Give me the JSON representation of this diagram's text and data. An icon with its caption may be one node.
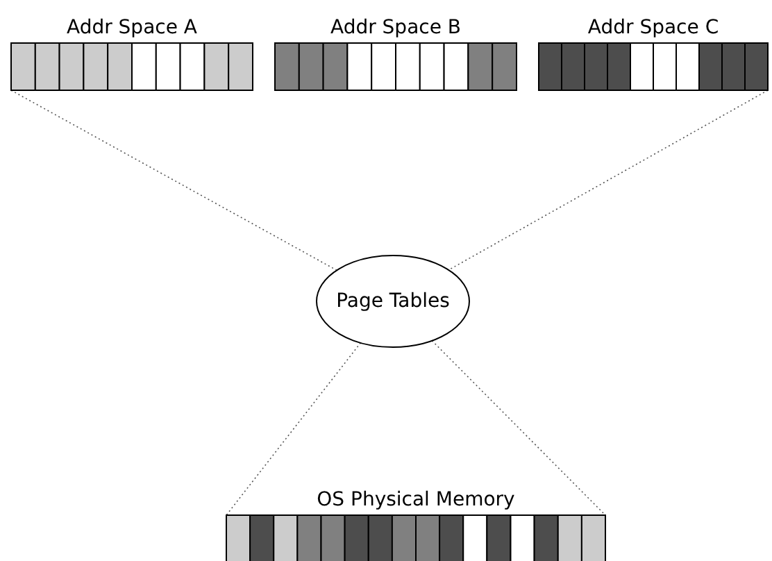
{
  "diagram": {
    "nodes": [
      {
        "text": [
          "Addr Space A"
        ]
      },
      {
        "text": [
          "Addr Space B"
        ]
      },
      {
        "text": [
          "Addr Space C"
        ]
      },
      {
        "text": [
          "Page Tables"
        ]
      },
      {
        "text": [
          "OS Physical Memory"
        ]
      }
    ],
    "edges": [
      {
        "from": 0,
        "to": 3,
        "arrow": "none",
        "style": "dashed"
      },
      {
        "from": 2,
        "to": 3,
        "arrow": "none",
        "style": "dashed"
      },
      {
        "from": 3,
        "to": 4,
        "arrow": "none",
        "style": "dashed"
      },
      {
        "from": 3,
        "to": 4,
        "arrow": "none",
        "style": "dashed"
      }
    ]
  }
}
